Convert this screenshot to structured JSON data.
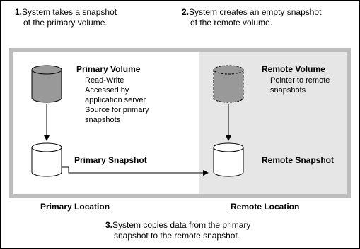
{
  "steps": [
    {
      "num": "1.",
      "line1": "System takes a snapshot",
      "line2": "of the primary volume."
    },
    {
      "num": "2.",
      "line1": "System creates an empty snapshot",
      "line2": "of the remote volume."
    },
    {
      "num": "3.",
      "line1": "System copies data from the primary",
      "line2": "snapshot to the remote snapshot."
    }
  ],
  "primary_volume": {
    "title": "Primary Volume",
    "desc": [
      "Read-Write",
      "Accessed by",
      "application server",
      "Source for primary",
      "snapshots"
    ]
  },
  "remote_volume": {
    "title": "Remote Volume",
    "desc": [
      "Pointer to remote",
      "snapshots"
    ]
  },
  "primary_snapshot": {
    "title": "Primary Snapshot"
  },
  "remote_snapshot": {
    "title": "Remote Snapshot"
  },
  "locations": {
    "primary": "Primary Location",
    "remote": "Remote Location"
  },
  "colors": {
    "frame_border": "#000000",
    "outer_panel": "#bdbdbd",
    "primary_bg": "#ffffff",
    "remote_bg": "#e6e6e6",
    "volume_fill": "#999999",
    "snapshot_fill": "#ffffff"
  }
}
